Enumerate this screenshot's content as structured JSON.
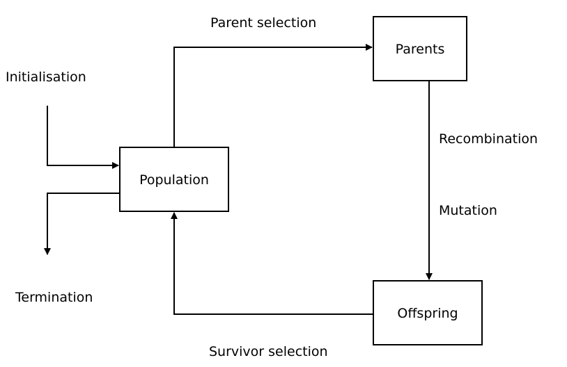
{
  "nodes": {
    "population": "Population",
    "parents": "Parents",
    "offspring": "Offspring"
  },
  "labels": {
    "initialisation": "Initialisation",
    "termination": "Termination",
    "parent_selection": "Parent selection",
    "recombination": "Recombination",
    "mutation": "Mutation",
    "survivor_selection": "Survivor selection"
  },
  "colors": {
    "stroke": "#000000",
    "background": "#ffffff"
  }
}
